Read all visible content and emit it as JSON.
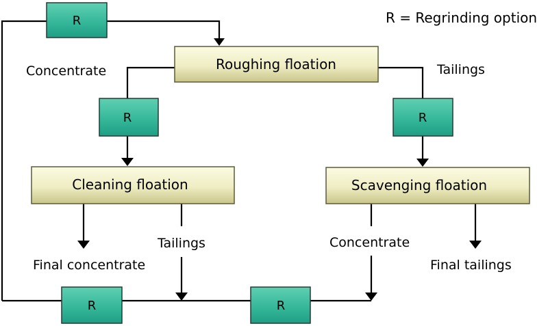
{
  "legend": "R = Regrinding option",
  "process_boxes": {
    "roughing": "Roughing floation",
    "cleaning": "Cleaning floation",
    "scavenging": "Scavenging floation"
  },
  "regrind_label": "R",
  "labels": {
    "roughing_concentrate": "Concentrate",
    "roughing_tailings": "Tailings",
    "cleaning_tailings": "Tailings",
    "scavenging_concentrate": "Concentrate",
    "final_concentrate": "Final concentrate",
    "final_tailings": "Final tailings"
  },
  "colors": {
    "regrind_fill_light": "#5fd0b2",
    "regrind_fill_dark": "#1f9e84",
    "regrind_border": "#1f3d36",
    "process_fill_light": "#fbfbe2",
    "process_fill_dark": "#c9c58a",
    "process_border": "#5a5a3c",
    "line": "#000000"
  }
}
